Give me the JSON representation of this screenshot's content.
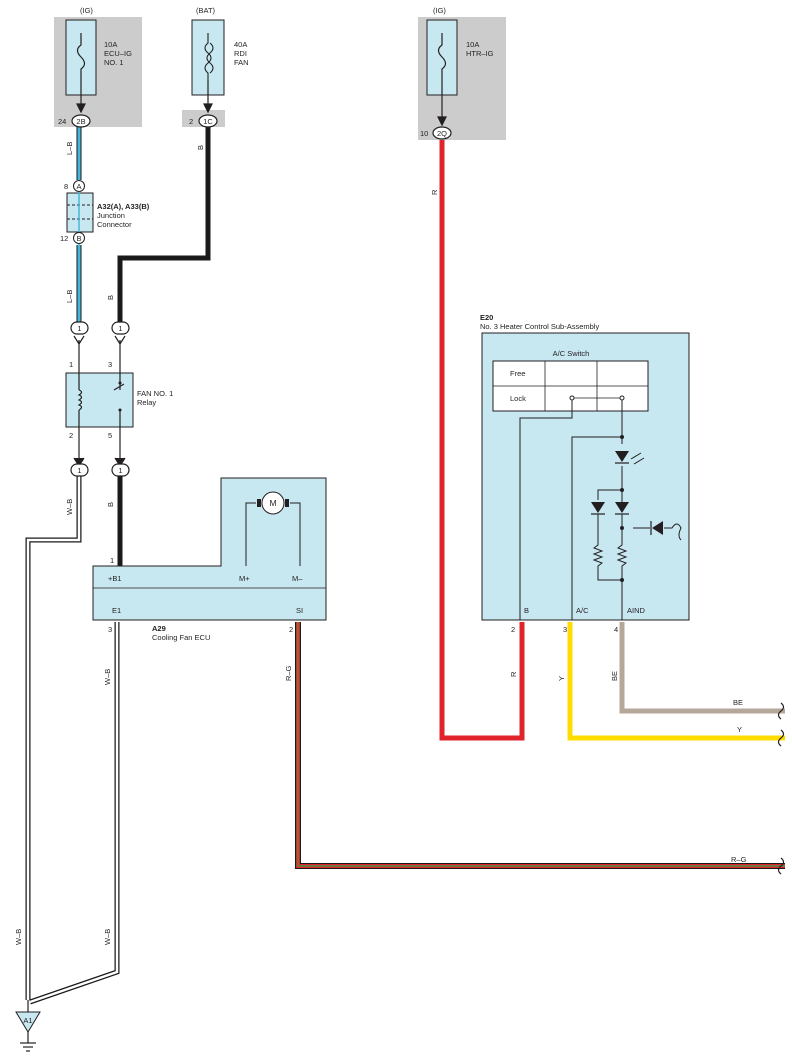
{
  "sources": {
    "ig1": {
      "power": "(IG)",
      "rating": "10A",
      "name1": "ECU–IG",
      "name2": "NO. 1",
      "pin": "24",
      "connector": "2B"
    },
    "bat": {
      "power": "(BAT)",
      "rating": "40A",
      "name1": "RDI",
      "name2": "FAN",
      "pin": "2",
      "connector": "1C"
    },
    "ig2": {
      "power": "(IG)",
      "rating": "10A",
      "name1": "HTR–IG",
      "pin": "10",
      "connector": "2Q"
    }
  },
  "junction": {
    "code": "A32(A), A33(B)",
    "name1": "Junction",
    "name2": "Connector",
    "pin_top": "8",
    "conn_top": "A",
    "pin_bottom": "12",
    "conn_bottom": "B"
  },
  "relay": {
    "name1": "FAN NO. 1",
    "name2": "Relay",
    "pins": {
      "p1": "1",
      "p2": "2",
      "p3": "3",
      "p5": "5"
    }
  },
  "inline_connector_label": "1",
  "ecu": {
    "code": "A29",
    "name": "Cooling Fan ECU",
    "motor_symbol": "M",
    "terminals": {
      "b1": "+B1",
      "mplus": "M+",
      "mminus": "M–",
      "e1": "E1",
      "si": "SI"
    },
    "pins": {
      "b1": "1",
      "e1": "3",
      "si": "2"
    }
  },
  "heater": {
    "code": "E20",
    "name": "No. 3 Heater Control Sub-Assembly",
    "switch_title": "A/C Switch",
    "free_label": "Free",
    "lock_label": "Lock",
    "terminals": {
      "b": "B",
      "ac": "A/C",
      "aind": "AIND"
    },
    "pins": {
      "b": "2",
      "ac": "3",
      "aind": "4"
    }
  },
  "ground": {
    "code": "A1"
  },
  "wire_labels": {
    "lb": "L–B",
    "b": "B",
    "r": "R",
    "wb": "W–B",
    "rg": "R–G",
    "y": "Y",
    "be": "BE"
  },
  "colors": {
    "component_fill": "#c7e7f1",
    "fuse_box_gray": "#cccccc",
    "wire_black": "#1a1a1a",
    "wire_red": "#e1232b",
    "wire_yellow": "#ffdc00",
    "wire_beige": "#b5a898",
    "wire_blue": "#46b7d8",
    "wire_green": "#2fa84a"
  }
}
